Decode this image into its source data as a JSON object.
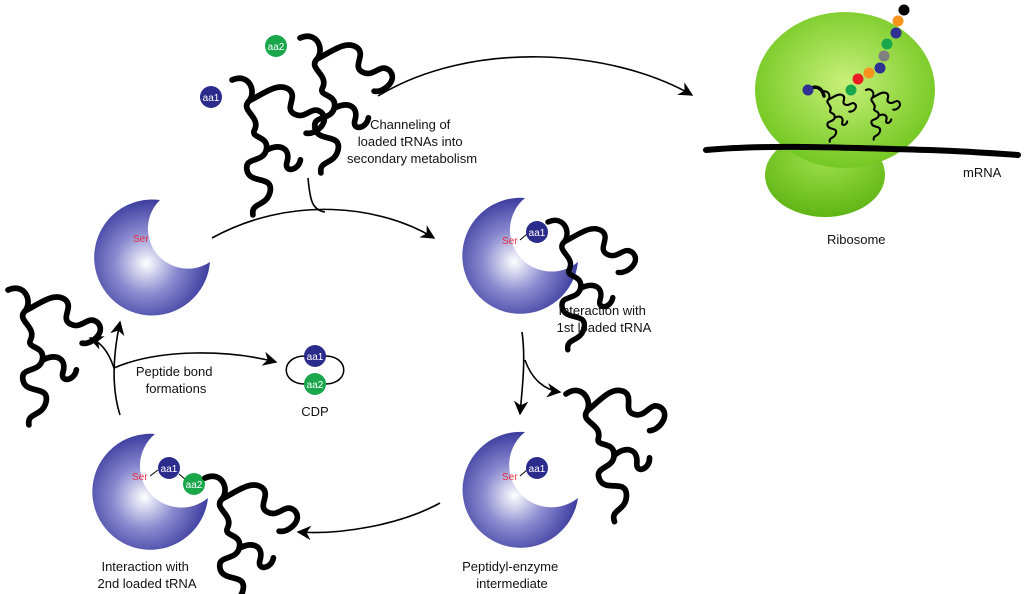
{
  "labels": {
    "channeling": [
      "Channeling of",
      "loaded tRNAs into",
      "secondary metabolism"
    ],
    "mrna": "mRNA",
    "ribosome": "Ribosome",
    "interaction1": [
      "Interaction with",
      "1st loaded tRNA"
    ],
    "peptide_bond": [
      "Peptide bond",
      "formations"
    ],
    "cdp": "CDP",
    "interaction2": [
      "Interaction with",
      "2nd loaded tRNA"
    ],
    "peptidyl": [
      "Peptidyl-enzyme",
      "intermediate"
    ]
  },
  "residue": "Ser",
  "amino_acids": {
    "aa1": "aa1",
    "aa2": "aa2"
  },
  "colors": {
    "aa1": "#2b2b8c",
    "aa2": "#1aa64b",
    "ribosome": "#7ed321",
    "enzyme": "#3a3a9e",
    "serine_text": "#e8283c",
    "peptide_chain": [
      "#000000",
      "#f7941d",
      "#2e3192",
      "#1aa64b",
      "#808080",
      "#2e3192",
      "#f7941d",
      "#ed1c24",
      "#1aa64b"
    ]
  }
}
